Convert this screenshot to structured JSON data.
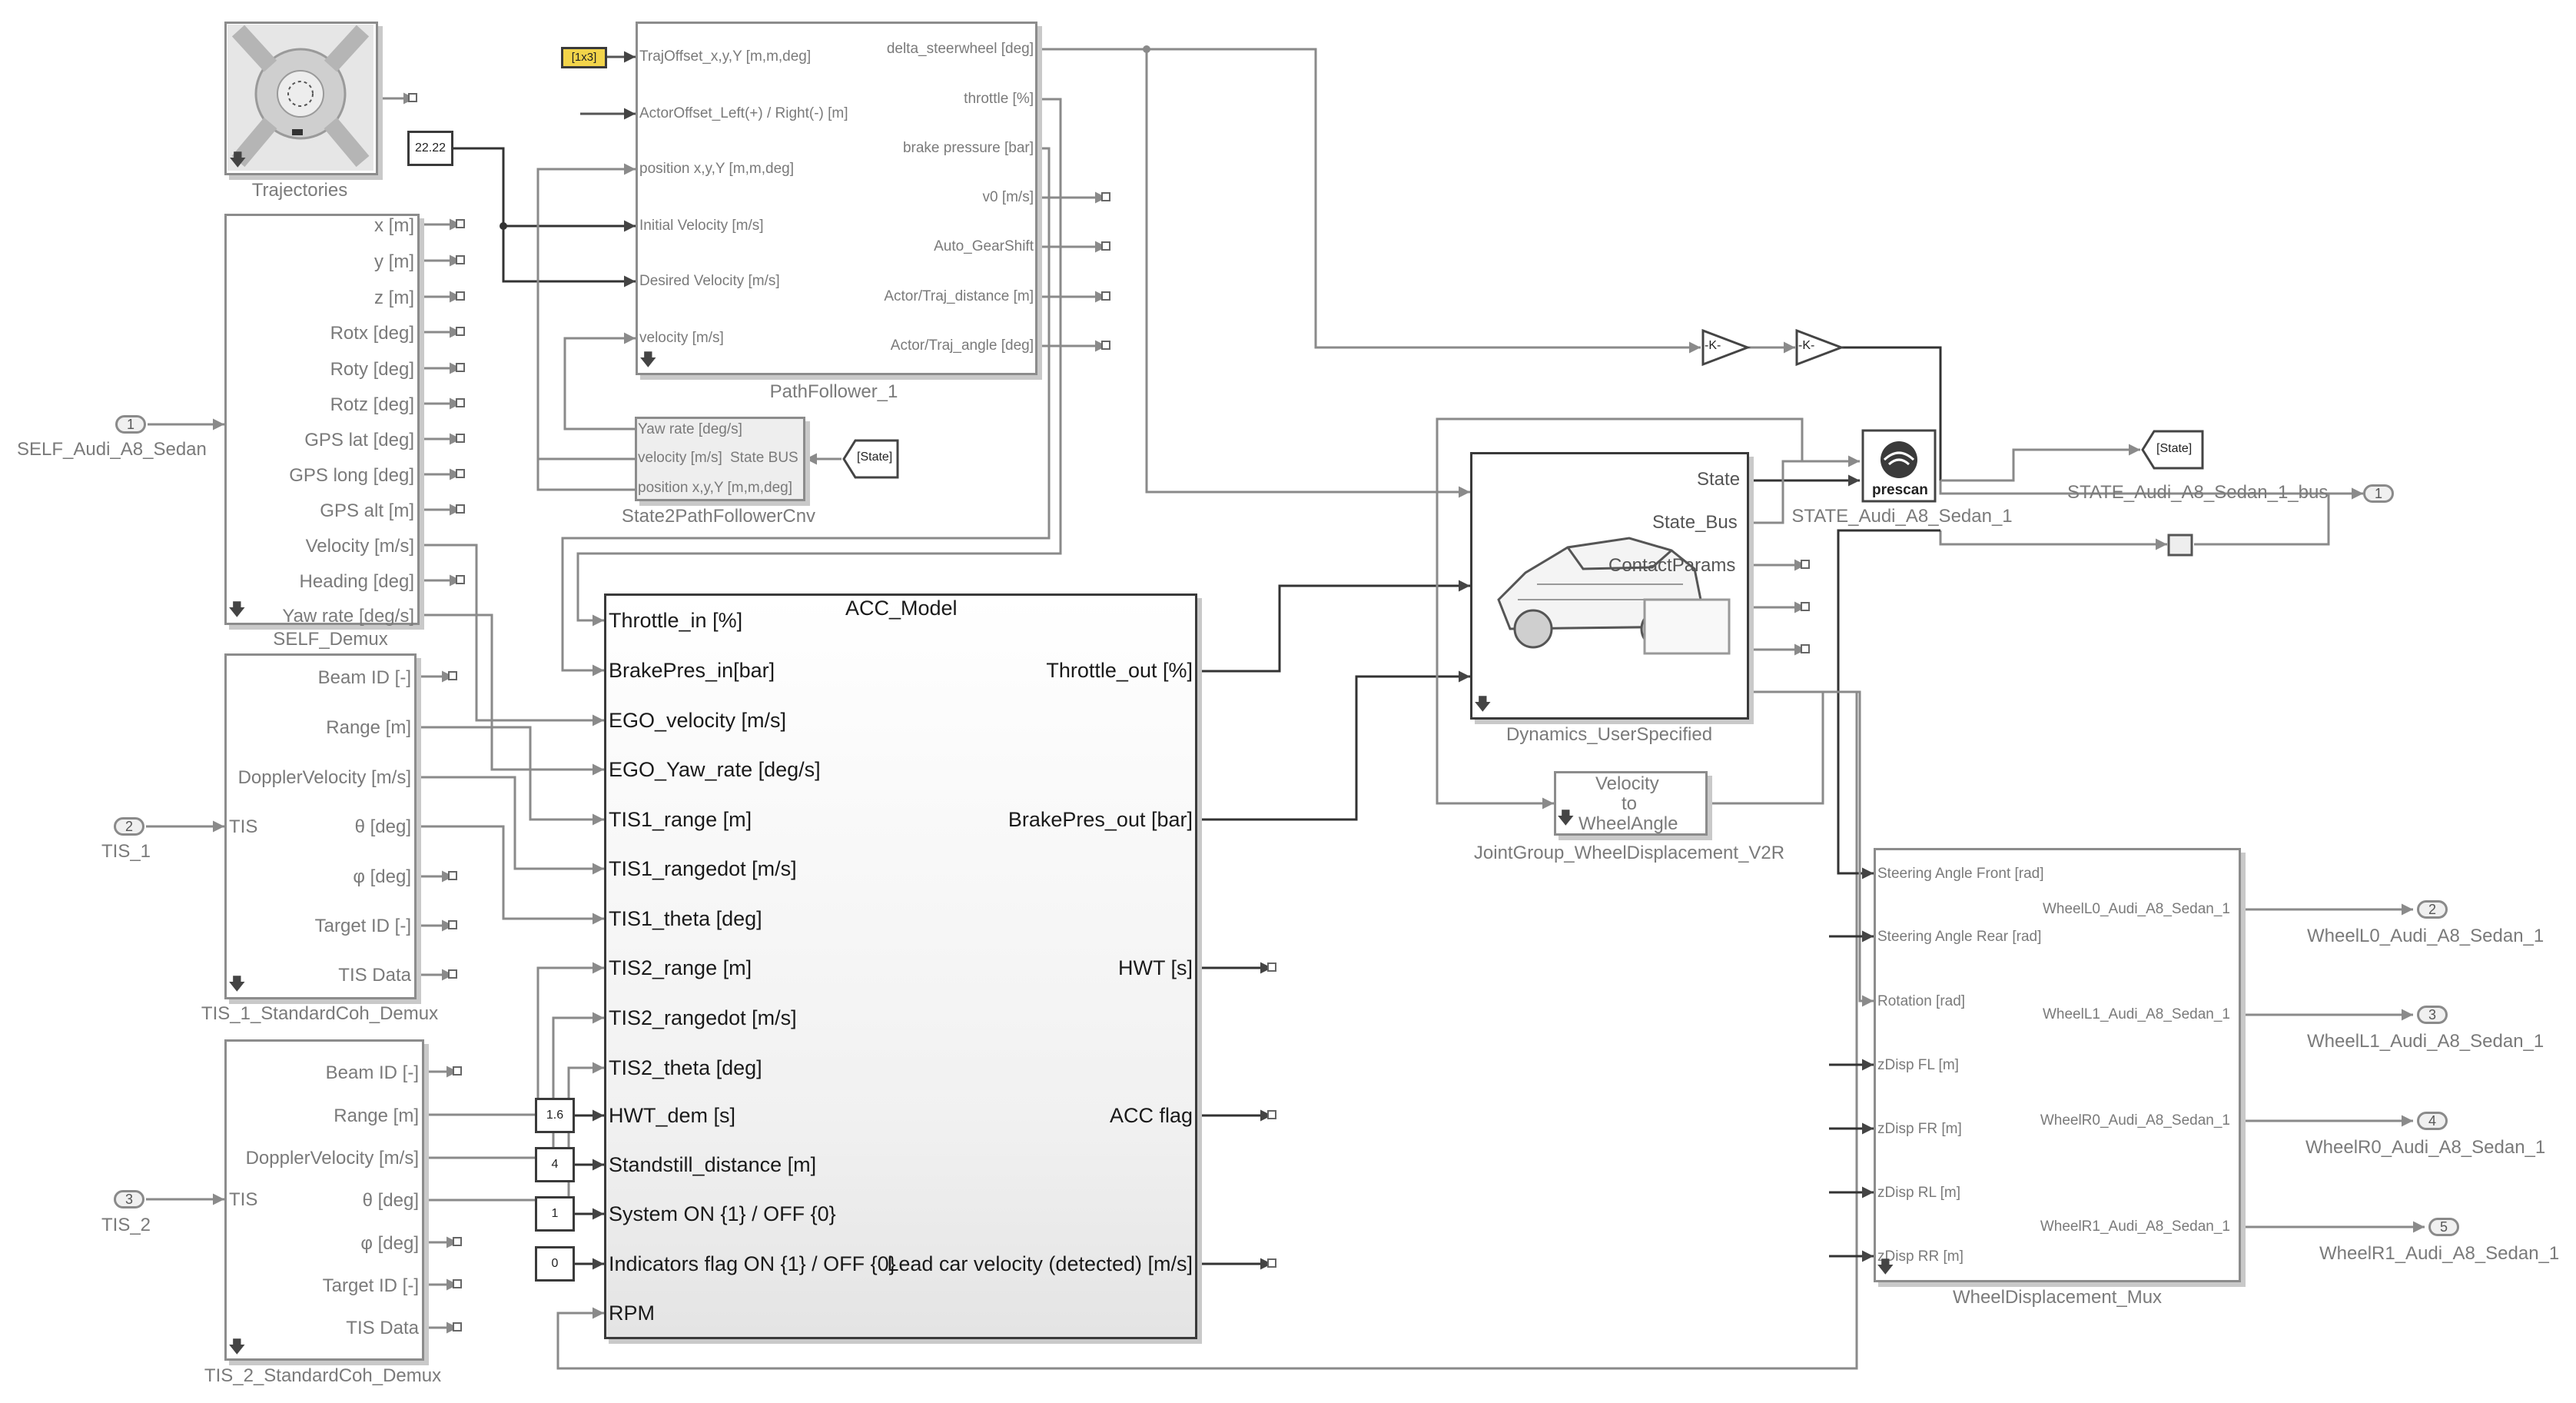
{
  "colors": {
    "line_dark": "#333333",
    "line_gray": "#8a8a8a",
    "const_yellow": "#f2d44a"
  },
  "trajectories": {
    "caption": "Trajectories"
  },
  "traj_const": {
    "value": "[1x3]"
  },
  "desired_velocity_const": {
    "value": "22.22"
  },
  "self_inport": {
    "number": "1",
    "label": "SELF_Audi_A8_Sedan"
  },
  "self_demux": {
    "caption": "SELF_Demux",
    "outputs": [
      "x [m]",
      "y [m]",
      "z [m]",
      "Rotx [deg]",
      "Roty [deg]",
      "Rotz [deg]",
      "GPS lat [deg]",
      "GPS long [deg]",
      "GPS alt [m]",
      "Velocity [m/s]",
      "Heading [deg]",
      "Yaw rate [deg/s]"
    ]
  },
  "pathfollower": {
    "caption": "PathFollower_1",
    "inputs": [
      "TrajOffset_x,y,Y [m,m,deg]",
      "ActorOffset_Left(+) / Right(-) [m]",
      "position x,y,Y [m,m,deg]",
      "Initial Velocity [m/s]",
      "Desired Velocity [m/s]",
      "velocity [m/s]"
    ],
    "outputs": [
      "delta_steerwheel [deg]",
      "throttle [%]",
      "brake pressure [bar]",
      "v0 [m/s]",
      "Auto_GearShift",
      "Actor/Traj_distance [m]",
      "Actor/Traj_angle [deg]"
    ]
  },
  "state2pf": {
    "caption": "State2PathFollowerCnv",
    "outputs": [
      "Yaw rate [deg/s]",
      "velocity [m/s]",
      "position x,y,Y [m,m,deg]"
    ],
    "input": "State BUS"
  },
  "state_from": {
    "label": "[State]"
  },
  "tis1_inport": {
    "number": "2",
    "label": "TIS_1"
  },
  "tis1_demux": {
    "caption": "TIS_1_StandardCoh_Demux",
    "input": "TIS",
    "outputs": [
      "Beam ID [-]",
      "Range [m]",
      "DopplerVelocity [m/s]",
      "θ [deg]",
      "φ [deg]",
      "Target ID [-]",
      "TIS Data"
    ]
  },
  "tis2_inport": {
    "number": "3",
    "label": "TIS_2"
  },
  "tis2_demux": {
    "caption": "TIS_2_StandardCoh_Demux",
    "input": "TIS",
    "outputs": [
      "Beam ID [-]",
      "Range [m]",
      "DopplerVelocity [m/s]",
      "θ [deg]",
      "φ [deg]",
      "Target ID [-]",
      "TIS Data"
    ]
  },
  "acc_model": {
    "title": "ACC_Model",
    "inputs": [
      "Throttle_in [%]",
      "BrakePres_in[bar]",
      "EGO_velocity [m/s]",
      "EGO_Yaw_rate [deg/s]",
      "TIS1_range [m]",
      "TIS1_rangedot [m/s]",
      "TIS1_theta [deg]",
      "TIS2_range [m]",
      "TIS2_rangedot [m/s]",
      "TIS2_theta [deg]",
      "HWT_dem [s]",
      "Standstill_distance [m]",
      "System ON {1} / OFF {0}",
      "Indicators flag ON {1} / OFF {0}",
      "RPM"
    ],
    "outputs": [
      "Throttle_out [%]",
      "BrakePres_out [bar]",
      "HWT [s]",
      "ACC flag",
      "Lead car velocity (detected) [m/s]"
    ]
  },
  "acc_consts": [
    "1.6",
    "4",
    "1",
    "0"
  ],
  "gains": [
    "-K-",
    "-K-"
  ],
  "dynamics": {
    "caption": "Dynamics_UserSpecified",
    "outputs": [
      "State",
      "State_Bus",
      "ContactParams"
    ]
  },
  "prescan": {
    "label": "prescan",
    "caption": "STATE_Audi_A8_Sedan_1"
  },
  "state_goto": {
    "label": "[State]"
  },
  "state_outport": {
    "number": "1",
    "label": "STATE_Audi_A8_Sedan_1_bus"
  },
  "velocity_block": {
    "lines": [
      "Velocity",
      "to",
      "WheelAngle"
    ],
    "caption": "JointGroup_WheelDisplacement_V2R"
  },
  "wheel_mux": {
    "caption": "WheelDisplacement_Mux",
    "inputs": [
      "Steering Angle Front [rad]",
      "Steering Angle Rear [rad]",
      "Rotation [rad]",
      "zDisp FL [m]",
      "zDisp FR [m]",
      "zDisp RL [m]",
      "zDisp RR [m]"
    ],
    "outputs": [
      "WheelL0_Audi_A8_Sedan_1",
      "WheelL1_Audi_A8_Sedan_1",
      "WheelR0_Audi_A8_Sedan_1",
      "WheelR1_Audi_A8_Sedan_1"
    ]
  },
  "wheel_outports": [
    {
      "number": "2",
      "label": "WheelL0_Audi_A8_Sedan_1"
    },
    {
      "number": "3",
      "label": "WheelL1_Audi_A8_Sedan_1"
    },
    {
      "number": "4",
      "label": "WheelR0_Audi_A8_Sedan_1"
    },
    {
      "number": "5",
      "label": "WheelR1_Audi_A8_Sedan_1"
    }
  ]
}
